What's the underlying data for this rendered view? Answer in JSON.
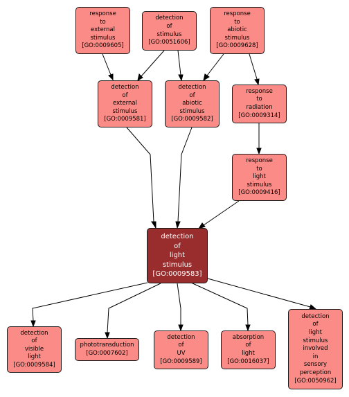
{
  "colors": {
    "node_fill": "#fa8b86",
    "focus_fill": "#992d2d",
    "focus_text": "#ffffff",
    "edge": "#000000"
  },
  "nodes": {
    "response_to_external_stimulus": "response\nto\nexternal\nstimulus\n[GO:0009605]",
    "detection_of_stimulus": "detection\nof\nstimulus\n[GO:0051606]",
    "response_to_abiotic_stimulus": "response\nto\nabiotic\nstimulus\n[GO:0009628]",
    "detection_of_external_stimulus": "detection\nof\nexternal\nstimulus\n[GO:0009581]",
    "detection_of_abiotic_stimulus": "detection\nof\nabiotic\nstimulus\n[GO:0009582]",
    "response_to_radiation": "response\nto\nradiation\n[GO:0009314]",
    "response_to_light_stimulus": "response\nto\nlight\nstimulus\n[GO:0009416]",
    "detection_of_light_stimulus": "detection\nof\nlight\nstimulus\n[GO:0009583]",
    "detection_of_visible_light": "detection\nof\nvisible\nlight\n[GO:0009584]",
    "phototransduction": "phototransduction\n[GO:0007602]",
    "detection_of_uv": "detection\nof\nUV\n[GO:0009589]",
    "absorption_of_light": "absorption\nof\nlight\n[GO:0016037]",
    "detection_of_light_stimulus_in_sensory_perception": "detection\nof\nlight\nstimulus\ninvolved\nin\nsensory\nperception\n[GO:0050962]"
  }
}
